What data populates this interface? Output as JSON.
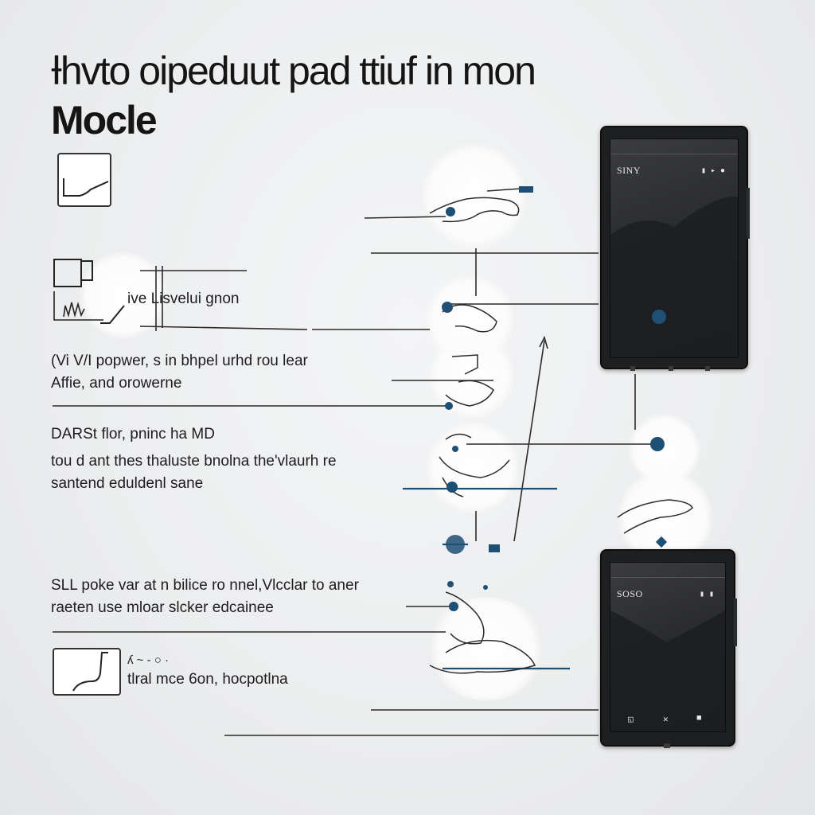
{
  "header": {
    "title": "Ɨhvto oipeduut pad ttiuf in mon",
    "subtitle": "Mocle"
  },
  "notes": [
    {
      "id": "note-1",
      "text": "ive Lisvelui gnon"
    },
    {
      "id": "note-2a",
      "text": "(Vi V/I popwer, s in bhpel urhd rou lear"
    },
    {
      "id": "note-2b",
      "text": "Affie, and orowerne"
    },
    {
      "id": "note-3a",
      "text": "DARSt flor, pninc ha MD"
    },
    {
      "id": "note-3b",
      "text": "tou d ant thes thaluste bnolna the'vlaurh re"
    },
    {
      "id": "note-3c",
      "text": "santend eduldenl sane"
    },
    {
      "id": "note-4a",
      "text": "SLL poke var at n bilice ro nnel,Vlcclar to aner"
    },
    {
      "id": "note-4b",
      "text": "raeten use mloar slcker edcainee"
    },
    {
      "id": "note-5a",
      "text": "ʎ ~ - ○ ·"
    },
    {
      "id": "note-5b",
      "text": "tlral mce 6on, hocpotlna"
    }
  ],
  "device_top": {
    "brand": "SINY",
    "status": "▮ ▸ ●",
    "accent": "#1e4f74"
  },
  "device_bottom": {
    "brand": "SOSO",
    "status": "▮ ▮",
    "nav": [
      "◱",
      "✕",
      "■"
    ]
  },
  "colors": {
    "accent_blue": "#1e4f74",
    "line": "#2b2b2b",
    "device_body": "#1e1f21"
  }
}
